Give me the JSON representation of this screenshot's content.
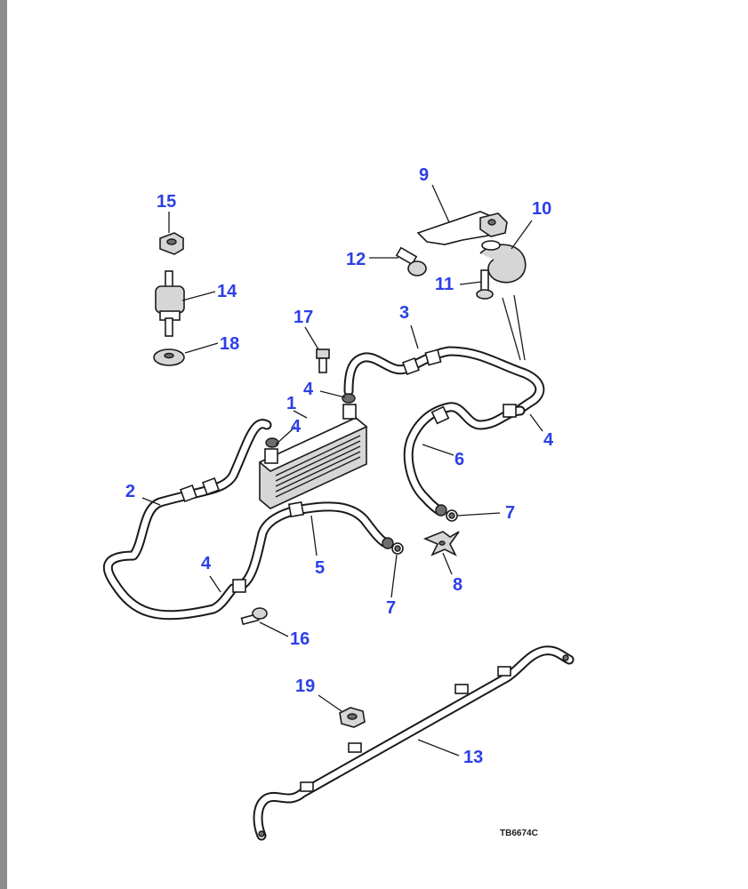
{
  "colors": {
    "callout": "#2b3fe6",
    "line": "#1a1a1a",
    "strip": "#8c8c8c"
  },
  "callouts": {
    "c1": "1",
    "c2": "2",
    "c3": "3",
    "c4a": "4",
    "c4b": "4",
    "c4c": "4",
    "c4d": "4",
    "c5": "5",
    "c6": "6",
    "c7a": "7",
    "c7b": "7",
    "c8": "8",
    "c9": "9",
    "c10": "10",
    "c11": "11",
    "c12": "12",
    "c13": "13",
    "c14": "14",
    "c15": "15",
    "c16": "16",
    "c17": "17",
    "c18": "18",
    "c19": "19"
  },
  "figure_ref": "TB6674C"
}
